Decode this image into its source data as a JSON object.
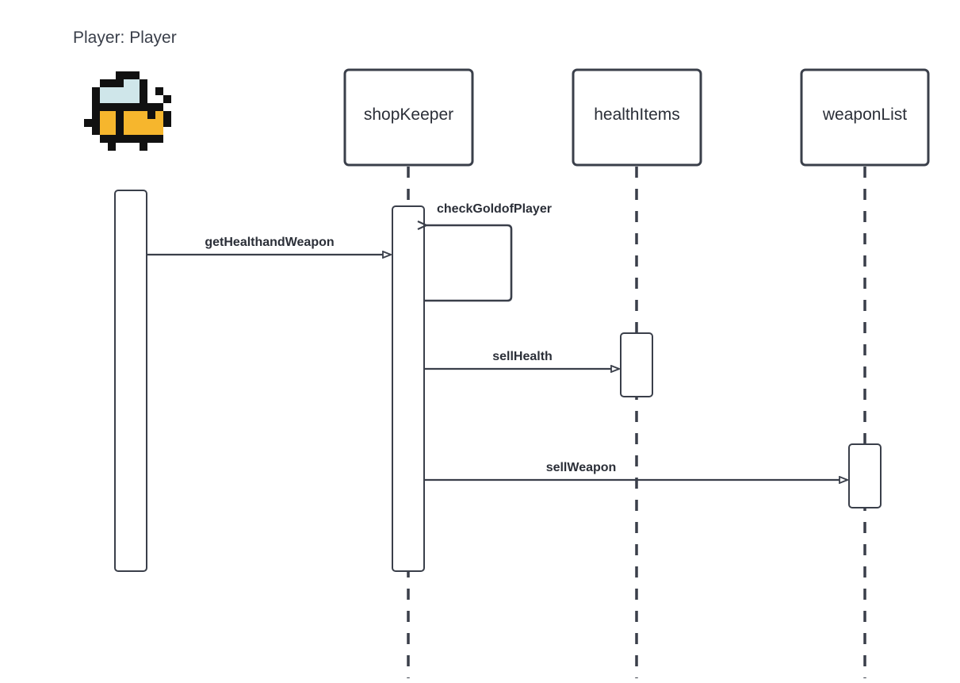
{
  "player": {
    "label": "Player: Player"
  },
  "lifelines": [
    {
      "name": "shopKeeper"
    },
    {
      "name": "healthItems"
    },
    {
      "name": "weaponList"
    }
  ],
  "messages": [
    {
      "label": "getHealthandWeapon",
      "from": "Player",
      "to": "shopKeeper"
    },
    {
      "label": "checkGoldofPlayer",
      "from": "shopKeeper",
      "to": "shopKeeper"
    },
    {
      "label": "sellHealth",
      "from": "shopKeeper",
      "to": "healthItems"
    },
    {
      "label": "sellWeapon",
      "from": "shopKeeper",
      "to": "weaponList"
    }
  ],
  "colors": {
    "stroke": "#3a3f4a",
    "bee_yellow": "#f6b62d",
    "bee_orange": "#e89a1c",
    "bee_wing": "#cfe6ea"
  }
}
